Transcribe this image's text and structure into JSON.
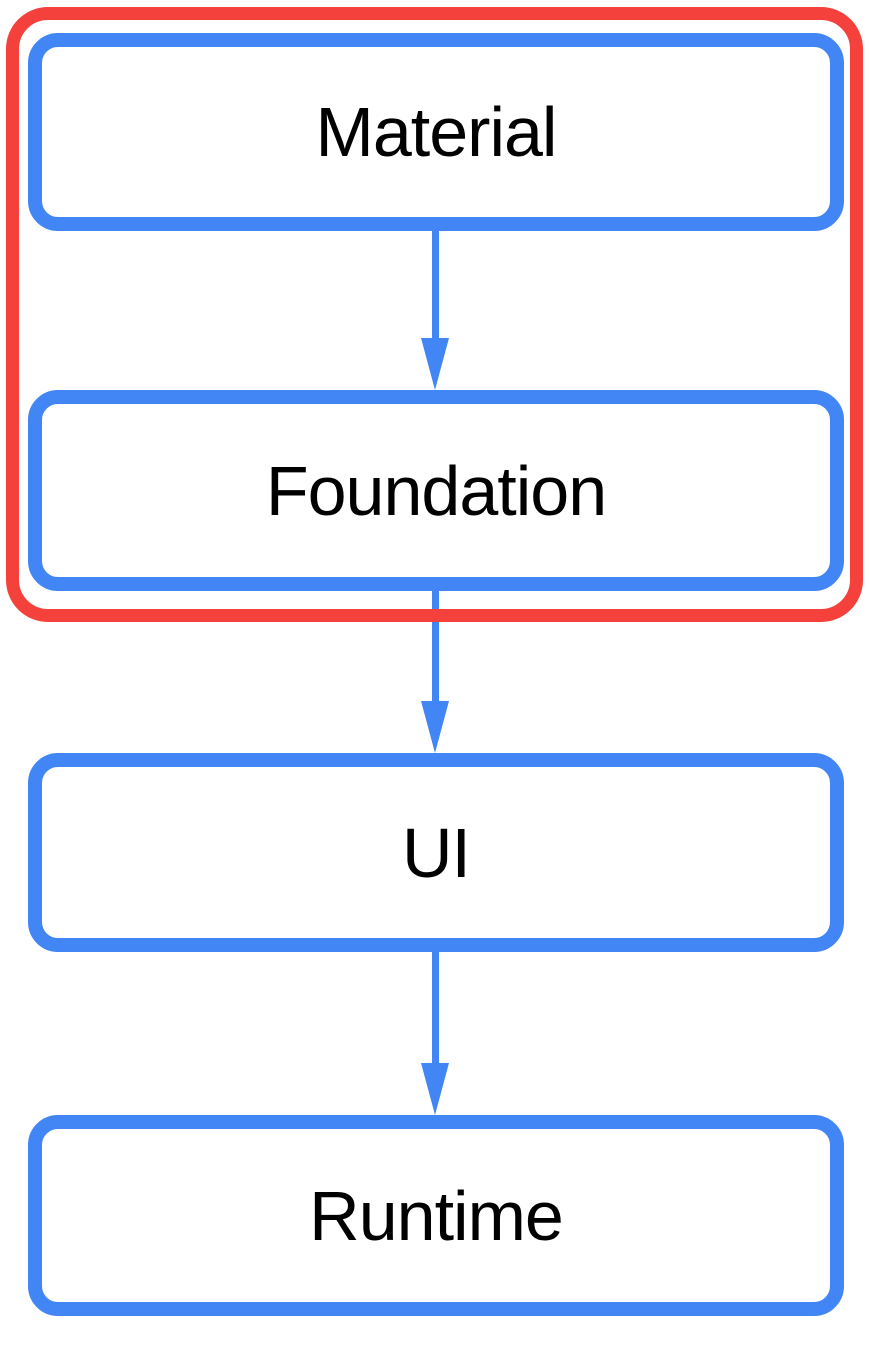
{
  "diagram": {
    "nodes": [
      {
        "id": "material",
        "label": "Material"
      },
      {
        "id": "foundation",
        "label": "Foundation"
      },
      {
        "id": "ui",
        "label": "UI"
      },
      {
        "id": "runtime",
        "label": "Runtime"
      }
    ],
    "edges": [
      {
        "from": "material",
        "to": "foundation"
      },
      {
        "from": "foundation",
        "to": "ui"
      },
      {
        "from": "ui",
        "to": "runtime"
      }
    ],
    "highlight_group": {
      "members": [
        "material",
        "foundation"
      ],
      "color": "#F4413B"
    },
    "colors": {
      "node_border": "#4285F4",
      "arrow": "#4285F4",
      "highlight_outline": "#F4413B",
      "text": "#000000",
      "background": "#FFFFFF"
    }
  }
}
